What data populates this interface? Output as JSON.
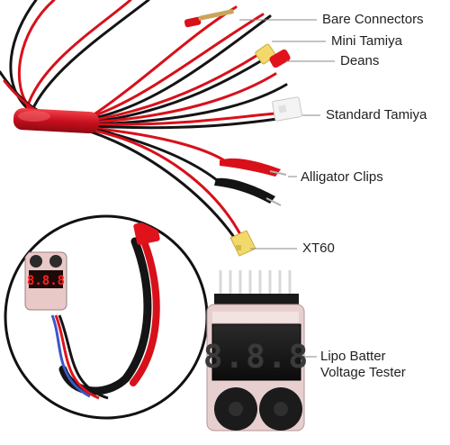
{
  "labels": {
    "bare_connectors": "Bare Connectors",
    "mini_tamiya": "Mini Tamiya",
    "deans": "Deans",
    "standard_tamiya": "Standard Tamiya",
    "alligator_clips": "Alligator Clips",
    "xt60": "XT60",
    "lipo_tester_line1": "Lipo Batter",
    "lipo_tester_line2": "Voltage Tester"
  },
  "display_readout": "8.8.8",
  "colors": {
    "wire_red": "#d8101a",
    "wire_black": "#141414",
    "sleeve_red": "#cc1020",
    "led_red": "#ff2020",
    "connector_yellow": "#f2d96a",
    "tamiya_white": "#f2f2f2",
    "pointer_gray": "#8a8a8a"
  }
}
